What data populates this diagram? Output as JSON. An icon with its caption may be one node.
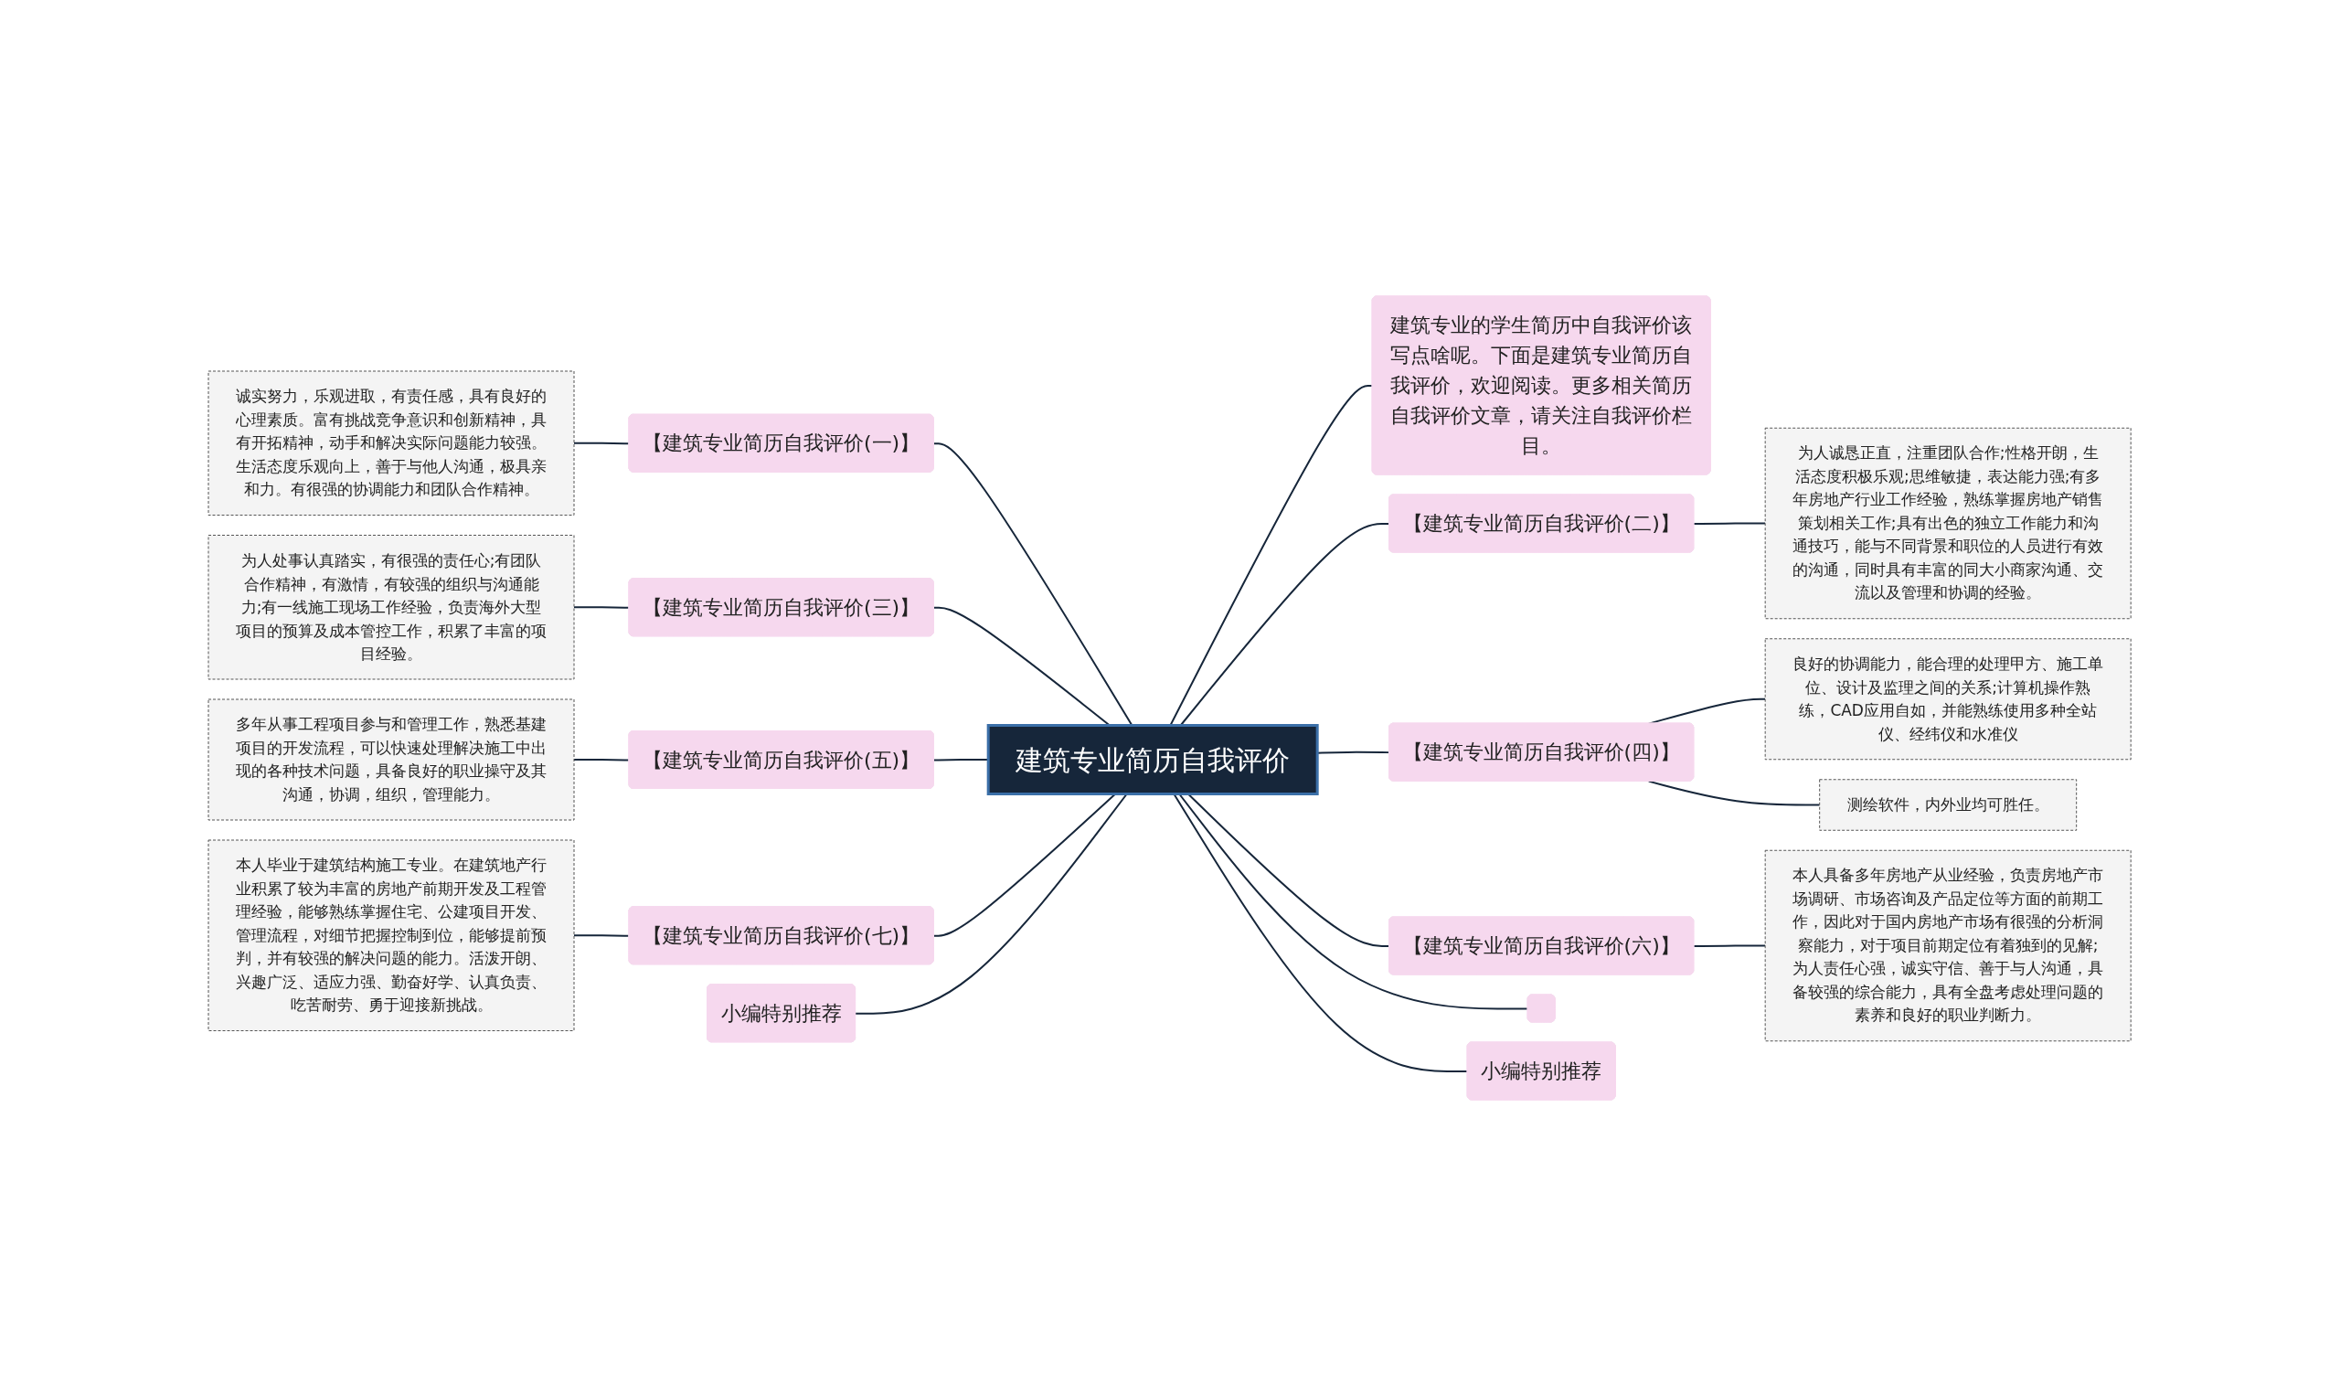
{
  "diagram": {
    "nodes": [
      {
        "text": [
          "建筑专业简历自我评价"
        ]
      },
      {
        "text": [
          "【建筑专业简历自我评价(一)】"
        ]
      },
      {
        "text": [
          "诚实努力，乐观进取，有责任感，具有良好的心理素质。富有挑战竞争意识和创新精神，具有开拓精神，动手和解决实际问题能力较强。生活态度乐观向上，善于与他人沟通，极具亲和力。有很强的协调能力和团队合作精神。"
        ]
      },
      {
        "text": [
          "【建筑专业简历自我评价(三)】"
        ]
      },
      {
        "text": [
          "为人处事认真踏实，有很强的责任心;有团队合作精神，有激情，有较强的组织与沟通能力;有一线施工现场工作经验，负责海外大型项目的预算及成本管控工作，积累了丰富的项目经验。"
        ]
      },
      {
        "text": [
          "【建筑专业简历自我评价(五)】"
        ]
      },
      {
        "text": [
          "多年从事工程项目参与和管理工作，熟悉基建项目的开发流程，可以快速处理解决施工中出现的各种技术问题，具备良好的职业操守及其沟通，协调，组织，管理能力。"
        ]
      },
      {
        "text": [
          "【建筑专业简历自我评价(七)】"
        ]
      },
      {
        "text": [
          "本人毕业于建筑结构施工专业。在建筑地产行业积累了较为丰富的房地产前期开发及工程管理经验，能够熟练掌握住宅、公建项目开发、管理流程，对细节把握控制到位，能够提前预判，并有较强的解决问题的能力。活泼开朗、兴趣广泛、适应力强、勤奋好学、认真负责、吃苦耐劳、勇于迎接新挑战。"
        ]
      },
      {
        "text": [
          "小编特别推荐"
        ]
      },
      {
        "text": [
          "建筑专业的学生简历中自我评价该写点啥呢。下面是建筑专业简历自我评价，欢迎阅读。更多相关简历自我评价文章，请关注自我评价栏目。"
        ]
      },
      {
        "text": [
          "【建筑专业简历自我评价(二)】"
        ]
      },
      {
        "text": [
          "为人诚恳正直，注重团队合作;性格开朗，生活态度积极乐观;思维敏捷，表达能力强;有多年房地产行业工作经验，熟练掌握房地产销售策划相关工作;具有出色的独立工作能力和沟通技巧，能与不同背景和职位的人员进行有效的沟通，同时具有丰富的同大小商家沟通、交流以及管理和协调的经验。"
        ]
      },
      {
        "text": [
          "【建筑专业简历自我评价(四)】"
        ]
      },
      {
        "text": [
          "良好的协调能力，能合理的处理甲方、施工单位、设计及监理之间的关系;计算机操作熟练，CAD应用自如，并能熟练使用多种全站仪、经纬仪和水准仪"
        ]
      },
      {
        "text": [
          "测绘软件，内外业均可胜任。"
        ]
      },
      {
        "text": [
          "【建筑专业简历自我评价(六)】"
        ]
      },
      {
        "text": [
          "本人具备多年房地产从业经验，负责房地产市场调研、市场咨询及产品定位等方面的前期工作，因此对于国内房地产市场有很强的分析洞察能力，对于项目前期定位有着独到的见解;为人责任心强，诚实守信、善于与人沟通，具备较强的综合能力，具有全盘考虑处理问题的素养和良好的职业判断力。"
        ]
      },
      {
        "text": [],
        "shape": "box"
      },
      {
        "text": [
          "小编特别推荐"
        ]
      }
    ],
    "edges": [
      {
        "from": 0,
        "to": 1,
        "arrow": "none"
      },
      {
        "from": 1,
        "to": 2,
        "arrow": "none"
      },
      {
        "from": 0,
        "to": 3,
        "arrow": "none"
      },
      {
        "from": 3,
        "to": 4,
        "arrow": "none"
      },
      {
        "from": 0,
        "to": 5,
        "arrow": "none"
      },
      {
        "from": 5,
        "to": 6,
        "arrow": "none"
      },
      {
        "from": 0,
        "to": 7,
        "arrow": "none"
      },
      {
        "from": 7,
        "to": 8,
        "arrow": "none"
      },
      {
        "from": 0,
        "to": 9,
        "arrow": "none"
      },
      {
        "from": 0,
        "to": 10,
        "arrow": "none"
      },
      {
        "from": 0,
        "to": 11,
        "arrow": "none"
      },
      {
        "from": 11,
        "to": 12,
        "arrow": "none"
      },
      {
        "from": 0,
        "to": 13,
        "arrow": "none"
      },
      {
        "from": 13,
        "to": 14,
        "arrow": "none"
      },
      {
        "from": 13,
        "to": 15,
        "arrow": "none"
      },
      {
        "from": 0,
        "to": 16,
        "arrow": "none"
      },
      {
        "from": 16,
        "to": 17,
        "arrow": "none"
      },
      {
        "from": 0,
        "to": 18,
        "arrow": "none"
      },
      {
        "from": 0,
        "to": 19,
        "arrow": "none"
      }
    ]
  }
}
